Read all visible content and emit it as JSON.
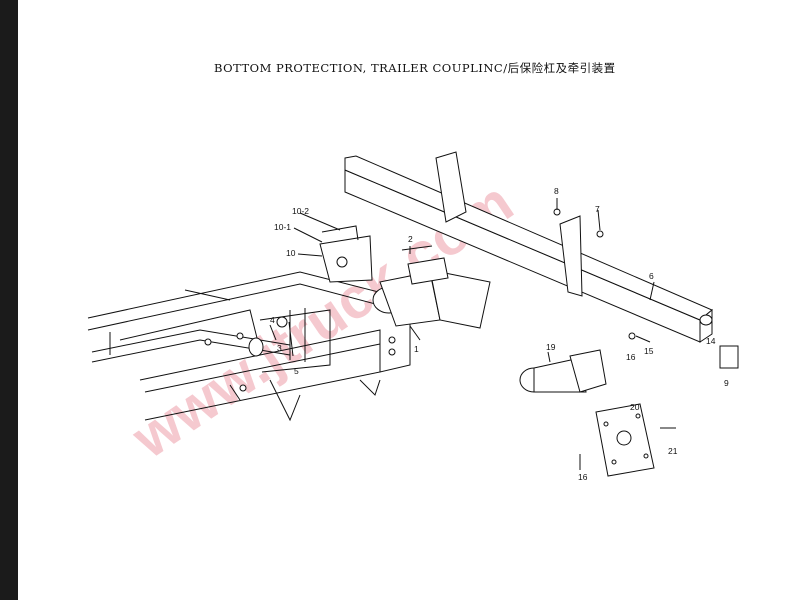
{
  "title": "BOTTOM PROTECTION, TRAILER COUPLINC/后保险杠及牵引装置",
  "watermark": "www.jtruck.com",
  "part_labels": {
    "l10_2": "10-2",
    "l10_1": "10-1",
    "l10": "10",
    "l2": "2",
    "l3": "3",
    "l4": "4",
    "l5": "5",
    "l1": "1",
    "l6": "6",
    "l7": "7",
    "l8": "8",
    "l14": "14",
    "l9": "9",
    "l16a": "16",
    "l15": "15",
    "l19": "19",
    "l20": "20",
    "l21": "21",
    "l16b": "16"
  }
}
